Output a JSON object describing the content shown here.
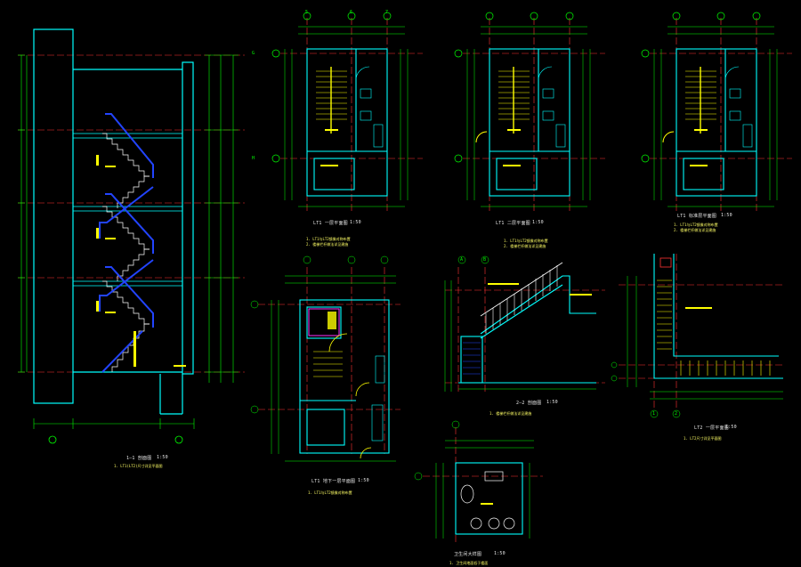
{
  "drawing": {
    "background": "#000000",
    "colors": {
      "wall": "#00ffff",
      "dimension": "#00ff00",
      "axis": "#ff3333",
      "stair": "#ffff00",
      "blue": "#2244ff",
      "text": "#ffffff",
      "magenta": "#ff33ff"
    },
    "views": [
      {
        "id": "section-1-1",
        "caption": "1—1  剖面图",
        "scale": "1:50",
        "note": "1. LT1(LT2)尺寸详见平面图"
      },
      {
        "id": "lt1-ground-plan",
        "caption": "LT1  一层平面图",
        "scale": "1:50",
        "note": "1. LT1与LT2镜像对称布置\n2. 楼梯栏杆做法详见建施"
      },
      {
        "id": "lt1-second-plan",
        "caption": "LT1  二层平面图",
        "scale": "1:50",
        "note": "1. LT1与LT2镜像对称布置\n2. 楼梯栏杆做法详见建施"
      },
      {
        "id": "lt1-typical-plan",
        "caption": "LT1  标准层平面图",
        "scale": "1:50",
        "note": "1. LT1与LT2镜像对称布置\n2. 楼梯栏杆做法详见建施"
      },
      {
        "id": "lt1-basement-plan",
        "caption": "LT1  地下一层平面图",
        "scale": "1:50",
        "note": "1. LT1与LT2镜像对称布置"
      },
      {
        "id": "section-2-2",
        "caption": "2—2  剖面图",
        "scale": "1:50",
        "note": "1. 楼梯栏杆做法详见建施"
      },
      {
        "id": "lt2-ground-plan",
        "caption": "LT2  一层平面图",
        "scale": "1:50",
        "note": "1. LT2尺寸详见平面图"
      },
      {
        "id": "kitchen-plan",
        "caption": "卫生间大样图",
        "scale": "1:50",
        "note": "1. 卫生间地面低于楼面"
      }
    ],
    "axis_labels": [
      "5",
      "6",
      "7",
      "A",
      "B",
      "1",
      "2",
      "G",
      "H"
    ]
  }
}
